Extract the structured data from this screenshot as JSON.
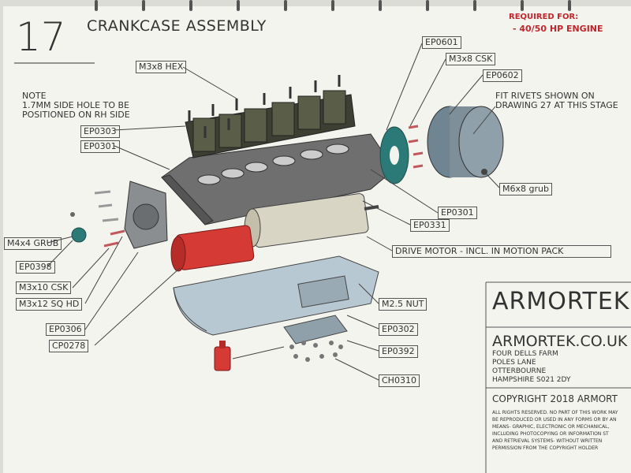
{
  "sheet": {
    "number": "17",
    "title": "CRANKCASE ASSEMBLY",
    "required_label": "REQUIRED FOR:",
    "required_value": "- 40/50 HP ENGINE",
    "note": [
      "NOTE",
      "1.7MM SIDE HOLE TO BE",
      "POSITIONED ON RH SIDE"
    ],
    "rivets_note": [
      "FIT RIVETS SHOWN ON",
      "DRAWING 27 AT THIS STAGE"
    ]
  },
  "callouts": {
    "m3x8_hex": "M3x8 HEX",
    "ep0303": "EP0303",
    "ep0301_a": "EP0301",
    "ep0601": "EP0601",
    "m3x8_csk": "M3x8 CSK",
    "ep0602": "EP0602",
    "m6x8_grub": "M6x8 grub",
    "ep0301_b": "EP0301",
    "ep0331": "EP0331",
    "drive_motor": "DRIVE MOTOR - INCL. IN MOTION PACK",
    "m4x4_grub": "M4x4 GRUB",
    "ep0398": "EP0398",
    "m3x10_csk": "M3x10 CSK",
    "m3x12_sq_hd": "M3x12 SQ HD",
    "ep0306": "EP0306",
    "cp0278": "CP0278",
    "m25_nut": "M2.5 NUT",
    "ep0302": "EP0302",
    "ep0392": "EP0392",
    "ch0310": "CH0310"
  },
  "title_block": {
    "brand": "ARMORTEK",
    "website": "ARMORTEK.CO.UK",
    "address": [
      "FOUR DELLS FARM",
      "POLES LANE",
      "OTTERBOURNE",
      "HAMPSHIRE S021 2DY"
    ],
    "copyright": "COPYRIGHT 2018 ARMORT",
    "rights": [
      "ALL RIGHTS RESERVED. NO PART OF THIS WORK MAY",
      "BE REPRODUCED OR USED IN ANY FORMS OR BY AN",
      "MEANS- GRAPHIC, ELECTRONIC OR MECHANICAL,",
      "INCLUDING PHOTOCOPYING OR INFORMATION ST",
      "AND RETRIEVAL SYSTEMS- WITHOUT WRITTEN",
      "PERMISSION FROM THE COPYRIGHT HOLDER"
    ]
  },
  "colors": {
    "paper": "#f4f4ef",
    "ink": "#333333",
    "accent_red": "#c0262c",
    "cylinder": "#5a5e48",
    "block": "#707070",
    "motor": "#d9d5c4",
    "red_part": "#d63a35",
    "teal_part": "#2b7a78",
    "plate": "#7f8f9a"
  }
}
